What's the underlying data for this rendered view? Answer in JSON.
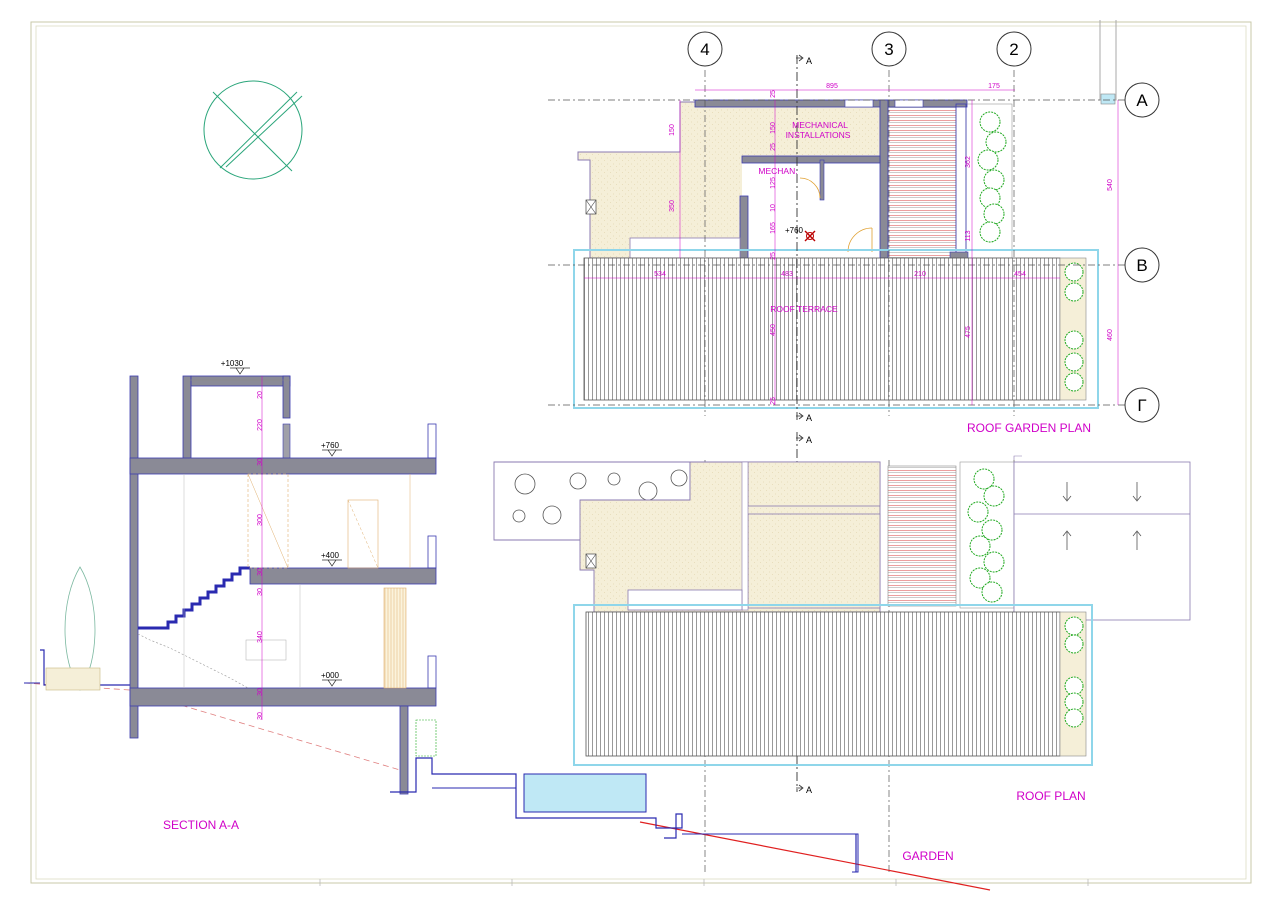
{
  "labels": {
    "roof_garden_plan": "ROOF GARDEN PLAN",
    "roof_plan": "ROOF PLAN",
    "section": "SECTION A-A",
    "garden": "GARDEN",
    "mechanical_line1": "MECHANICAL",
    "mechanical_line2": "INSTALLATIONS",
    "mechan": "MECHAN.",
    "roof_terrace": "ROOF TERRACE"
  },
  "grid": {
    "col_4": "4",
    "col_3": "3",
    "col_2": "2",
    "row_a": "A",
    "row_b": "B",
    "row_g": "Γ"
  },
  "section_cut": "A",
  "levels": {
    "l1030": "+1030",
    "l760": "+760",
    "l400": "+400",
    "l000": "+000",
    "plan_760": "+760"
  },
  "dimensions": {
    "top_895": "895",
    "top_175": "175",
    "right_540": "540",
    "right_460": "460",
    "row_534": "534",
    "row_483": "483",
    "row_210": "210",
    "row_454": "454",
    "v_150a": "150",
    "v_350": "350",
    "v_25a": "25",
    "v_150b": "150",
    "v_25b": "25",
    "v_125": "125",
    "v_10": "10",
    "v_165": "165",
    "v_25c": "25",
    "v_362": "362",
    "v_113": "113",
    "v_450": "450",
    "v_475": "475",
    "v_25d": "25",
    "s_20": "20",
    "s_220": "220",
    "s_30a": "30",
    "s_300": "300",
    "s_30b": "30",
    "s_30c": "30",
    "s_340": "340",
    "s_30d": "30",
    "s_30e": "30"
  },
  "colors": {
    "wall": "#8a8a96",
    "wall_stroke": "#3b3bb0",
    "annotation": "#d000c8",
    "fill_sand": "#f5efd8",
    "planting": "#22aa22",
    "pool": "#bfe8f5",
    "ground_line": "#e02020",
    "grid_line": "#555555",
    "compass": "#2aa57a"
  }
}
